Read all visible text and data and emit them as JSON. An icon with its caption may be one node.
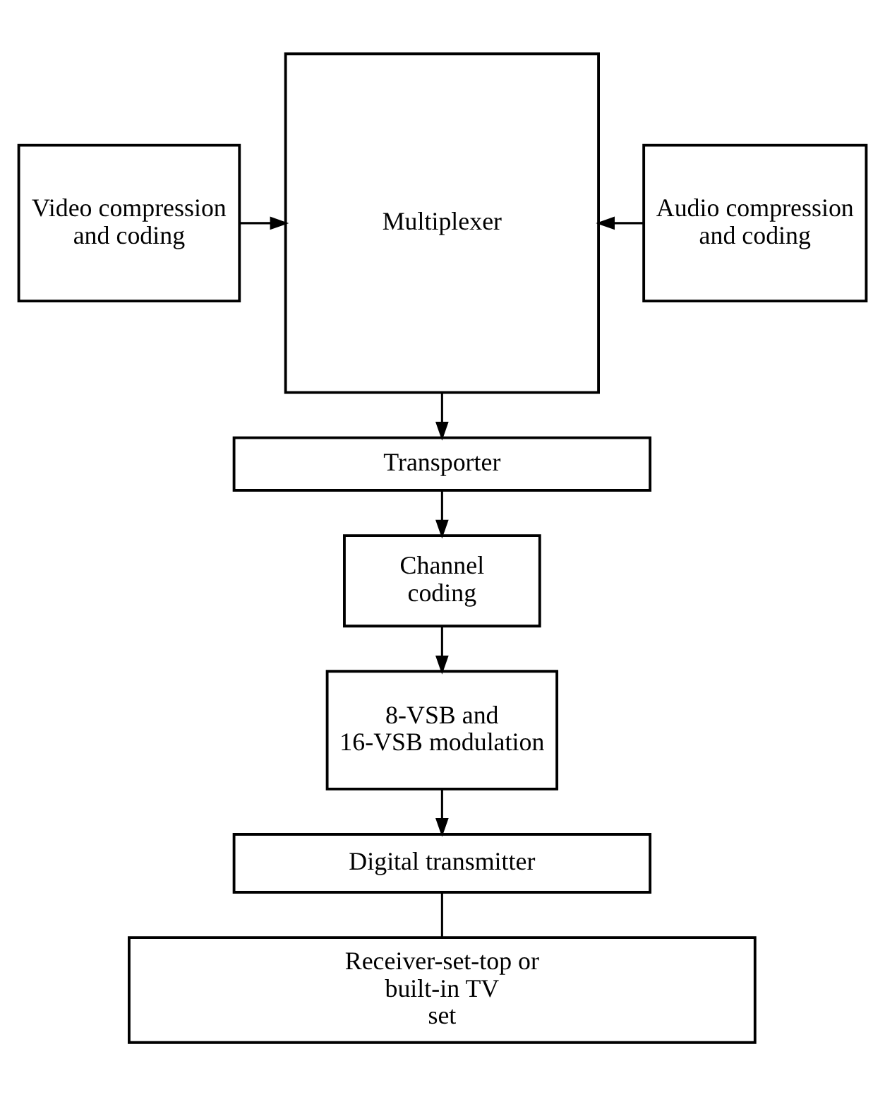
{
  "diagram": {
    "nodes": [
      {
        "text": [
          "Video compression and coding"
        ]
      },
      {
        "text": [
          "Multiplexer"
        ]
      },
      {
        "text": [
          "Audio compression and coding"
        ]
      },
      {
        "text": [
          "Transporter"
        ]
      },
      {
        "text": [
          "Channel coding"
        ]
      },
      {
        "text": [
          "8-VSB and 16-VSB modulation"
        ]
      },
      {
        "text": [
          "Digital transmitter"
        ]
      },
      {
        "text": [
          "Receiver-set-top or built-in TV set"
        ]
      }
    ],
    "edges": [
      {
        "from": 0,
        "to": 1,
        "arrow": "to"
      },
      {
        "from": 2,
        "to": 1,
        "arrow": "to"
      },
      {
        "from": 1,
        "to": 3,
        "arrow": "to"
      },
      {
        "from": 3,
        "to": 4,
        "arrow": "to"
      },
      {
        "from": 4,
        "to": 5,
        "arrow": "to"
      },
      {
        "from": 5,
        "to": 6,
        "arrow": "to"
      },
      {
        "from": 6,
        "to": 7,
        "arrow": "none"
      }
    ]
  }
}
